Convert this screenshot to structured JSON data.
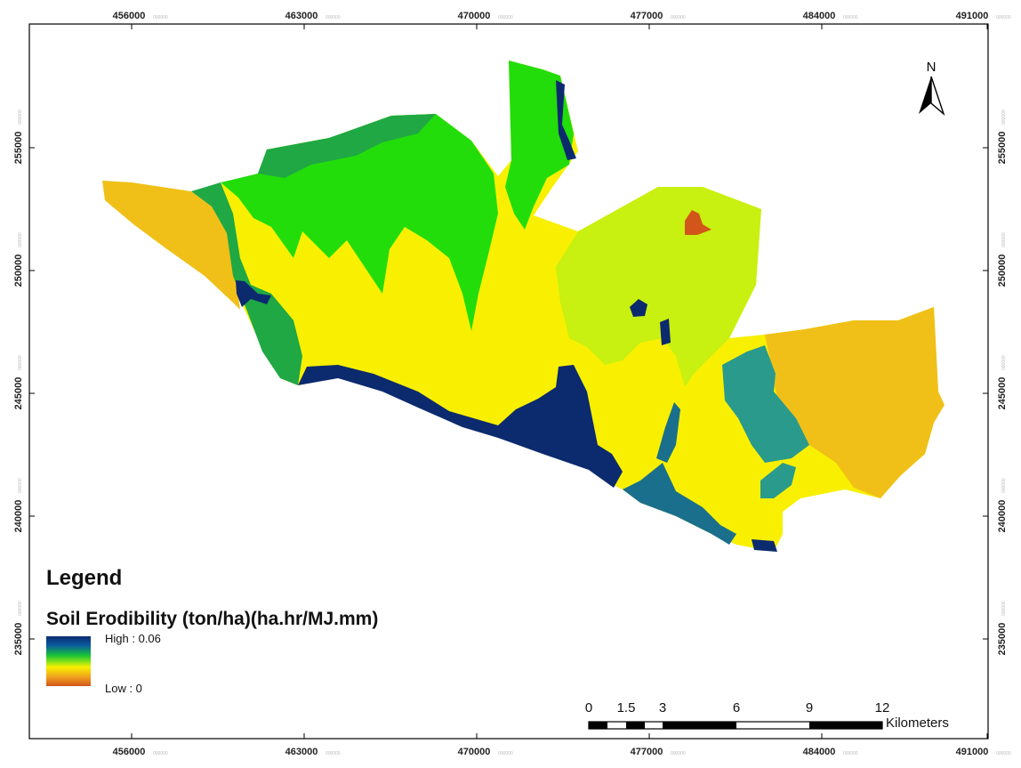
{
  "map": {
    "x_ticks": [
      "456000",
      "463000",
      "470000",
      "477000",
      "484000",
      "491000"
    ],
    "x_tick_suffix": "000000",
    "y_ticks": [
      "255000",
      "250000",
      "245000",
      "240000",
      "235000"
    ],
    "y_tick_suffix": "000000",
    "north_label": "N"
  },
  "legend": {
    "title": "Legend",
    "layer_name": "Soil Erodibility (ton/ha)(ha.hr/MJ.mm)",
    "high_label": "High : 0.06",
    "low_label": "Low : 0"
  },
  "scale_bar": {
    "labels": [
      "0",
      "1.5",
      "3",
      "6",
      "9",
      "12"
    ],
    "unit": "Kilometers"
  },
  "colors": {
    "very_high": "#0c2a6e",
    "high": "#1a6f8c",
    "medium_high": "#2a9a8c",
    "medium": "#1fa844",
    "medium_mid": "#22dd0a",
    "medium_low": "#c8f010",
    "low": "#f8f000",
    "lower": "#f0c018",
    "lowest": "#d2561a"
  }
}
